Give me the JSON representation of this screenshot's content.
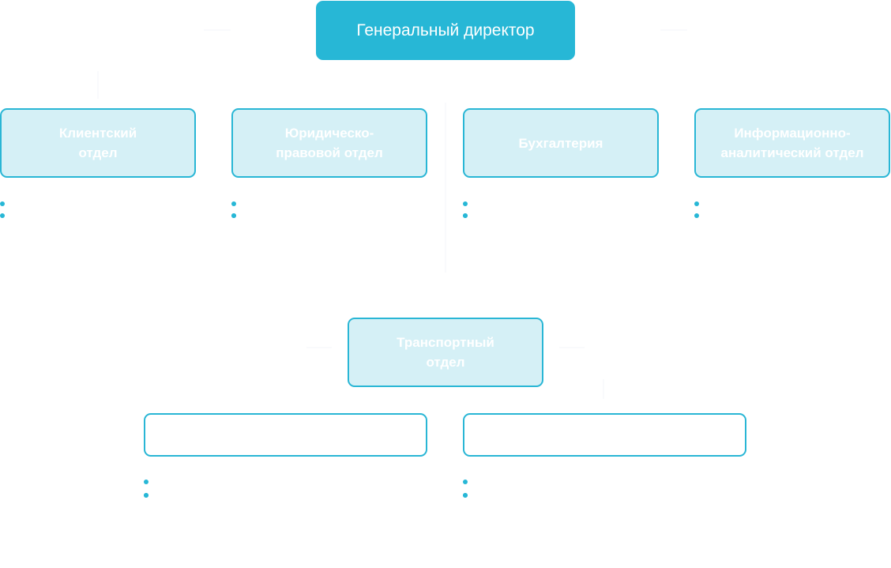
{
  "director": {
    "title": "Генеральный директор"
  },
  "departments": [
    {
      "label": "Клиентский\nотдел",
      "items": [
        "",
        ""
      ]
    },
    {
      "label": "Юридическо-\nправовой отдел",
      "items": [
        "",
        "",
        ""
      ]
    },
    {
      "label": "Бухгалтерия",
      "items": [
        "",
        "",
        ""
      ]
    },
    {
      "label": "Информационно-\nаналитический отдел",
      "items": [
        "",
        ""
      ]
    }
  ],
  "transport": {
    "label": "Транспортный\nотдел",
    "subunits": [
      {
        "label": "",
        "items": [
          "",
          "",
          ""
        ]
      },
      {
        "label": "",
        "items": [
          "",
          "",
          ""
        ]
      }
    ]
  },
  "colors": {
    "accent": "#27b7d6",
    "box_fill": "#d5f0f6",
    "box_border": "#29b6d5"
  }
}
